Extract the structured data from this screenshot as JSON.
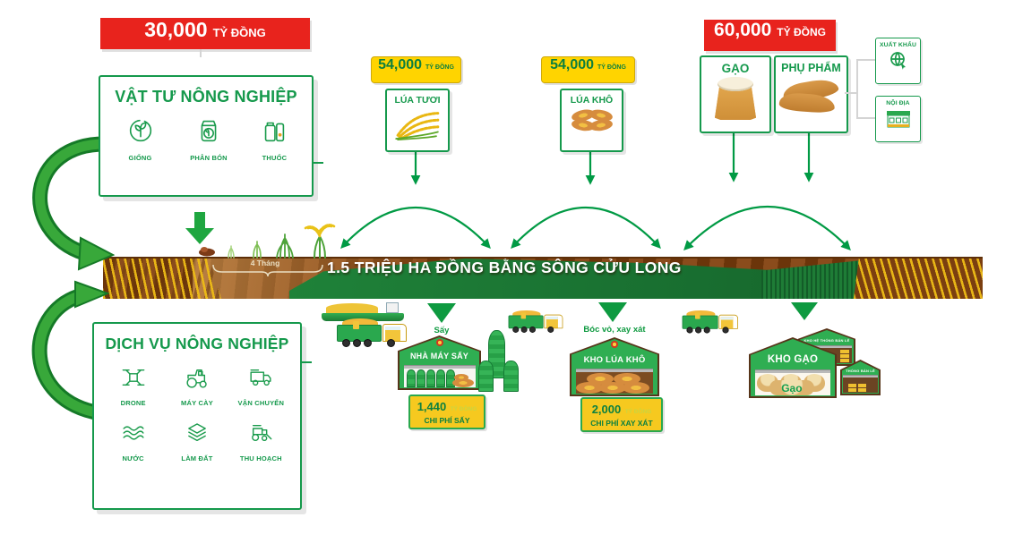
{
  "inputs_group": {
    "banner": {
      "value": "30,000",
      "unit": "TỶ ĐỒNG"
    },
    "box_title": "VẬT TƯ NÔNG NGHIỆP",
    "items": [
      {
        "label": "GIỐNG"
      },
      {
        "label": "PHÂN BÓN"
      },
      {
        "label": "THUỐC"
      }
    ]
  },
  "fresh_rice": {
    "banner_value": "54,000",
    "banner_unit": "TỶ ĐỒNG",
    "label": "LÚA TƯƠI"
  },
  "dry_rice": {
    "banner_value": "54,000",
    "banner_unit": "TỶ ĐỒNG",
    "label": "LÚA KHÔ"
  },
  "outputs_group": {
    "banner_value": "60,000",
    "banner_unit": "TỶ ĐỒNG",
    "rice_label": "GẠO",
    "byproducts_label": "PHỤ PHẨM",
    "export_label": "XUẤT KHẨU",
    "domestic_label": "NỘI ĐỊA"
  },
  "field": {
    "headline": "1.5 TRIỆU HA ĐỒNG BẰNG SÔNG CỬU LONG",
    "growth_duration": "4 Tháng"
  },
  "services_group": {
    "box_title": "DỊCH VỤ NÔNG NGHIỆP",
    "items": [
      {
        "label": "DRONE"
      },
      {
        "label": "MÁY CÀY"
      },
      {
        "label": "VẬN CHUYỂN"
      },
      {
        "label": "NƯỚC"
      },
      {
        "label": "LÀM ĐẤT"
      },
      {
        "label": "THU HOẠCH"
      }
    ]
  },
  "processing": {
    "drying_step": "Sấy",
    "drying_facility": "NHÀ MÁY SẤY",
    "drying_cost_value": "1,440",
    "drying_cost_unit": "TỶ ĐỒNG",
    "drying_cost_label": "CHI PHÍ SẤY",
    "milling_step": "Bóc vỏ, xay xát",
    "dry_store_facility": "KHO LÚA KHÔ",
    "milling_cost_value": "2,000",
    "milling_cost_unit": "TỶ ĐỒNG",
    "milling_cost_label": "CHI PHÍ XAY XÁT",
    "rice_store_facility": "KHO GẠO",
    "rice_sack_label": "Gạo",
    "retail_store_back": "KHO HỆ THỐNG BÁN LẺ",
    "retail_store_back2": "THỐNG BÁN LẺ"
  },
  "colors": {
    "red": "#e8231d",
    "yellow": "#ffd400",
    "green": "#15994c",
    "band_green": "#1c7a35",
    "band_brown": "#7b3f10",
    "arrow_green": "#009a44"
  }
}
